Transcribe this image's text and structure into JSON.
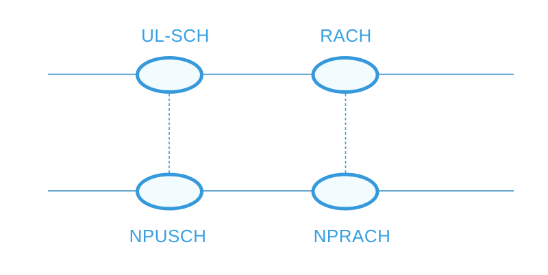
{
  "diagram": {
    "type": "channel-mapping",
    "nodes": [
      {
        "id": "ul-sch",
        "label": "UL-SCH",
        "row": "top"
      },
      {
        "id": "rach",
        "label": "RACH",
        "row": "top"
      },
      {
        "id": "npusch",
        "label": "NPUSCH",
        "row": "bottom"
      },
      {
        "id": "nprach",
        "label": "NPRACH",
        "row": "bottom"
      }
    ],
    "edges": [
      {
        "from": "UL-SCH",
        "to": "NPUSCH",
        "style": "dashed"
      },
      {
        "from": "RACH",
        "to": "NPRACH",
        "style": "dashed"
      }
    ],
    "colors": {
      "node_stroke": "#3599dc",
      "node_fill": "#f2fbfe",
      "horizontal_line": "#2e86c1",
      "dashed_edge": "#3599dc",
      "label_text": "#36a0e3",
      "background": "#ffffff"
    }
  }
}
